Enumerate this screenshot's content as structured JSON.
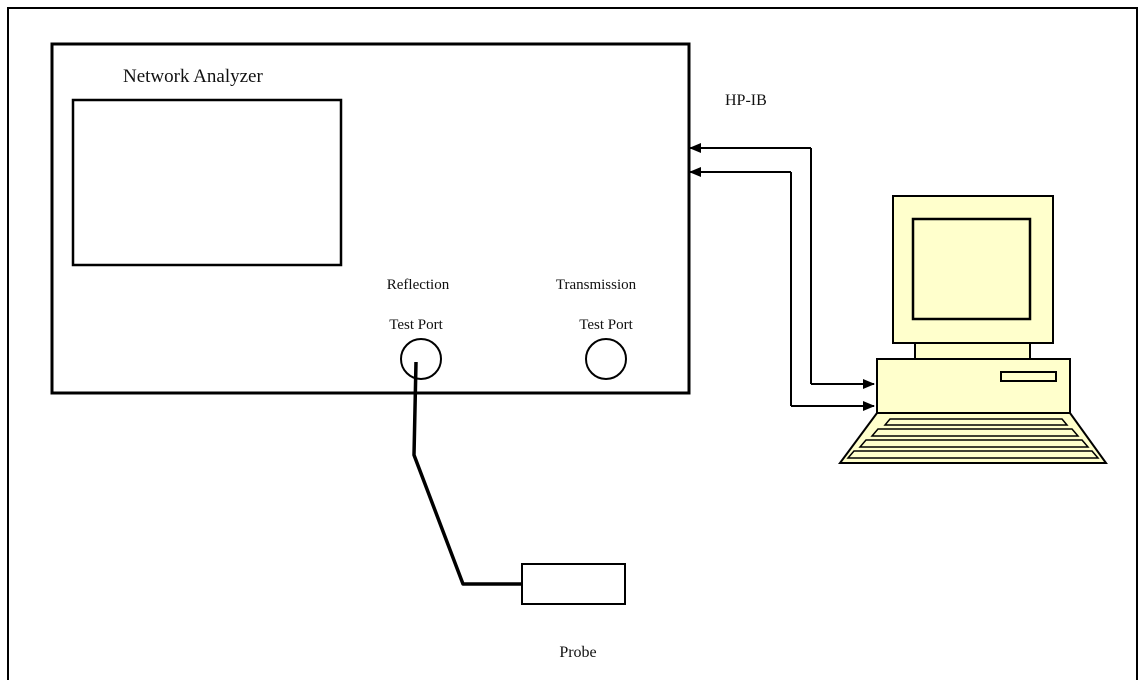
{
  "diagram": {
    "network_analyzer": {
      "title": "Network Analyzer",
      "reflection_port": {
        "line1": "Reflection",
        "line2": "Test Port"
      },
      "transmission_port": {
        "line1": "Transmission",
        "line2": "Test Port"
      }
    },
    "bus_label": "HP-IB",
    "probe_label": "Probe"
  },
  "colors": {
    "stroke": "#000000",
    "computer_fill": "#ffffcc",
    "background": "#ffffff"
  }
}
